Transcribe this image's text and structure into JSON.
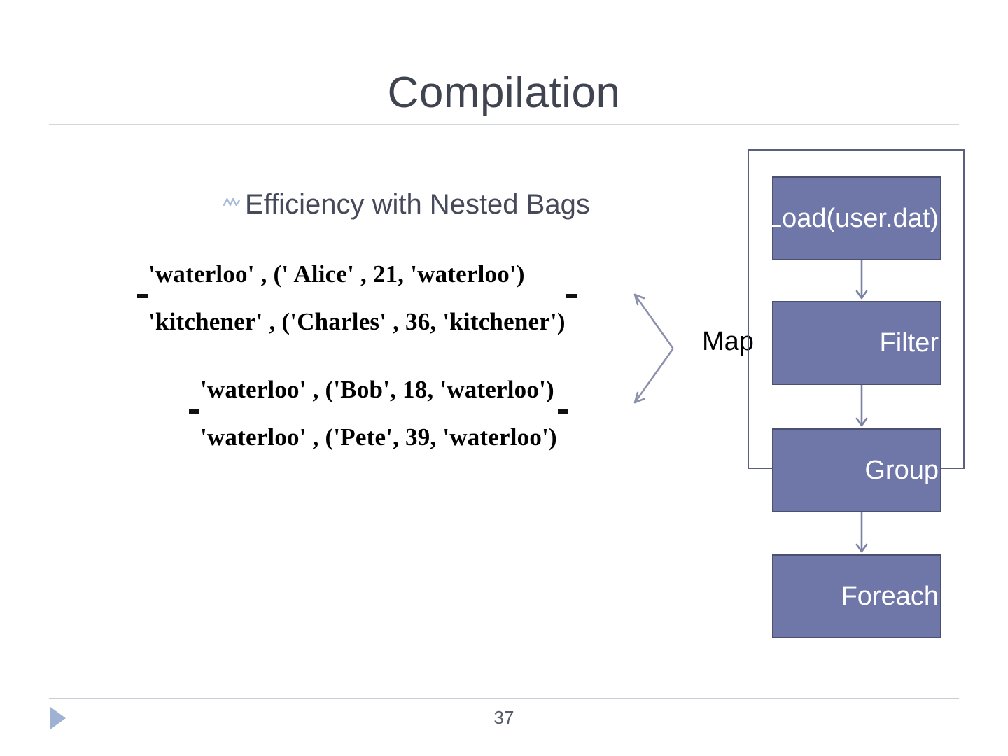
{
  "slide": {
    "title": "Compilation",
    "page_number": "37",
    "bullet": {
      "marker_icon": "zigzag-bullet-icon",
      "text": "Efficiency with Nested Bags"
    }
  },
  "nested_bags": {
    "top_group": {
      "rows": [
        "'waterloo' , (' Alice' , 21, 'waterloo')",
        "'kitchener' , ('Charles' , 36, 'kitchener')"
      ]
    },
    "bottom_group": {
      "rows": [
        "'waterloo' , ('Bob', 18, 'waterloo')",
        "'waterloo' , ('Pete', 39, 'waterloo')"
      ]
    }
  },
  "map_annotation": {
    "label": "Map",
    "arrow_icon": "double-arrow-left-icon"
  },
  "flow": {
    "boxes": [
      {
        "label": "Load(user.dat)",
        "name": "flow-box-load"
      },
      {
        "label": "Filter",
        "name": "flow-box-filter"
      },
      {
        "label": "Group",
        "name": "flow-box-group"
      },
      {
        "label": "Foreach",
        "name": "flow-box-foreach"
      }
    ],
    "arrow_icon": "arrow-down-icon",
    "container_name": "map-phase-container"
  },
  "colors": {
    "box_fill": "#6f76a8",
    "box_border": "#4b5070",
    "container_border": "#5b5f7e",
    "title_text": "#3f4450",
    "body_text": "#45495a",
    "accent_triangle": "#9fb2d4",
    "rule": "#d2d7dd"
  }
}
